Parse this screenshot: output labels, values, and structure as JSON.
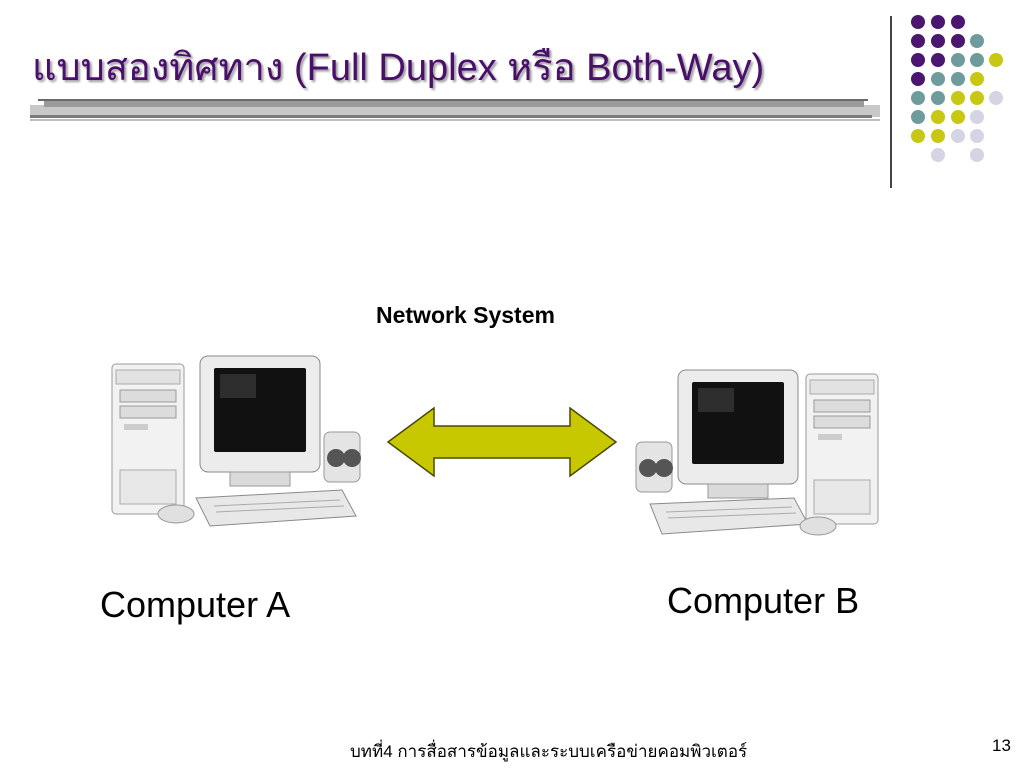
{
  "slide": {
    "title": "แบบสองทิศทาง (Full Duplex หรือ Both-Way)",
    "footer": "บทที่4 การสื่อสารข้อมูลและระบบเครือข่ายคอมพิวเตอร์",
    "page_number": "13"
  },
  "diagram": {
    "label": "Network System",
    "computer_a": "Computer A",
    "computer_b": "Computer B"
  },
  "colors": {
    "title": "#4a0e6b",
    "arrow_fill": "#c8c800",
    "dot_purple": "#4a1670",
    "dot_teal": "#6e9c9c",
    "dot_yellow": "#c8c814",
    "dot_lavender": "#d4d4e4"
  },
  "icons": [
    "computer-icon",
    "double-arrow-icon",
    "decorative-dots-icon"
  ]
}
